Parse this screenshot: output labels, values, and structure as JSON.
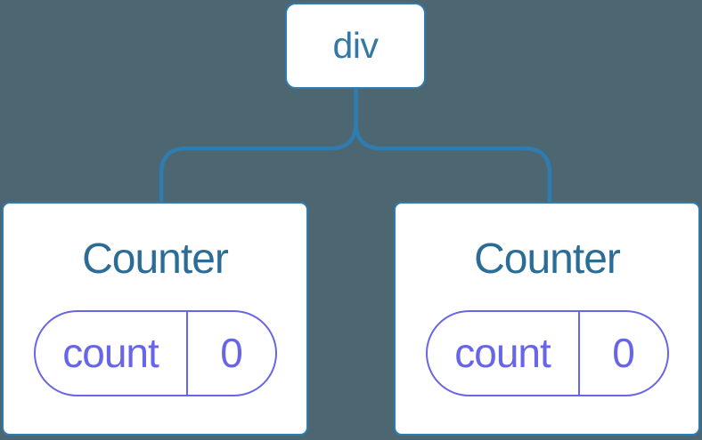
{
  "tree": {
    "root": {
      "label": "div"
    },
    "children": [
      {
        "name": "Counter",
        "state": {
          "key": "count",
          "value": "0"
        }
      },
      {
        "name": "Counter",
        "state": {
          "key": "count",
          "value": "0"
        }
      }
    ]
  },
  "colors": {
    "background": "#4C6772",
    "connector": "#2E7CB0",
    "card_background": "#FFFFFF",
    "root_label": "#3279A8",
    "component_name": "#2C6D96",
    "state": "#6765E8"
  }
}
